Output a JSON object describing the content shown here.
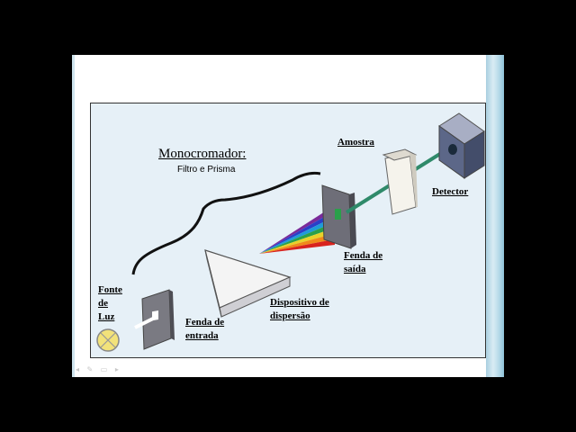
{
  "diagram": {
    "monochromator_title": "Monocromador:",
    "monochromator_subtitle": "Filtro e Prisma",
    "labels": {
      "sample": "Amostra",
      "detector": "Detector",
      "exit_slit": "Fenda de\nsaída",
      "dispersion_device": "Dispositivo de\ndispersão",
      "entrance_slit": "Fenda de\nentrada",
      "light_source": "Fonte\nde\nLuz"
    },
    "spectrum_colors": [
      "#7a2a9a",
      "#2a3fc8",
      "#1f9bd8",
      "#2aa04a",
      "#e8d22a",
      "#f08a1a",
      "#d8231e"
    ],
    "beam_color": "#2f8a6a"
  }
}
